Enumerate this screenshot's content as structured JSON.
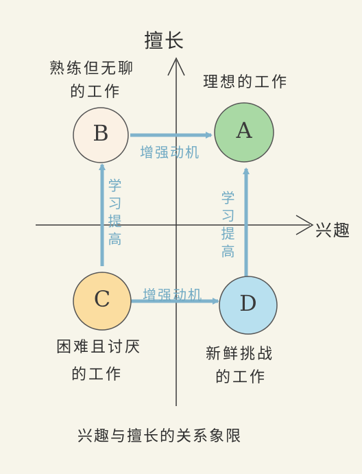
{
  "axes": {
    "y_label": "擅长",
    "x_label": "兴趣"
  },
  "quadrants": {
    "b_label_line1": "熟练但无聊",
    "b_label_line2": "的工作",
    "a_label": "理想的工作",
    "c_label_line1": "困难且讨厌",
    "c_label_line2": "的工作",
    "d_label_line1": "新鲜挑战",
    "d_label_line2": "的工作"
  },
  "nodes": {
    "a": "A",
    "b": "B",
    "c": "C",
    "d": "D"
  },
  "arrows": {
    "top_label": "增强动机",
    "bottom_label": "增强动机",
    "left_label": "学习提高",
    "right_label": "学习提高"
  },
  "caption": "兴趣与擅长的关系象限",
  "colors": {
    "background": "#f7f5ea",
    "axis": "#3a3a3a",
    "arrow": "#7fb3cc",
    "circle_a": "#a9d9a4",
    "circle_b": "#fbf1e4",
    "circle_c": "#fbdda0",
    "circle_d": "#b8e0ef",
    "stroke": "#555555"
  }
}
